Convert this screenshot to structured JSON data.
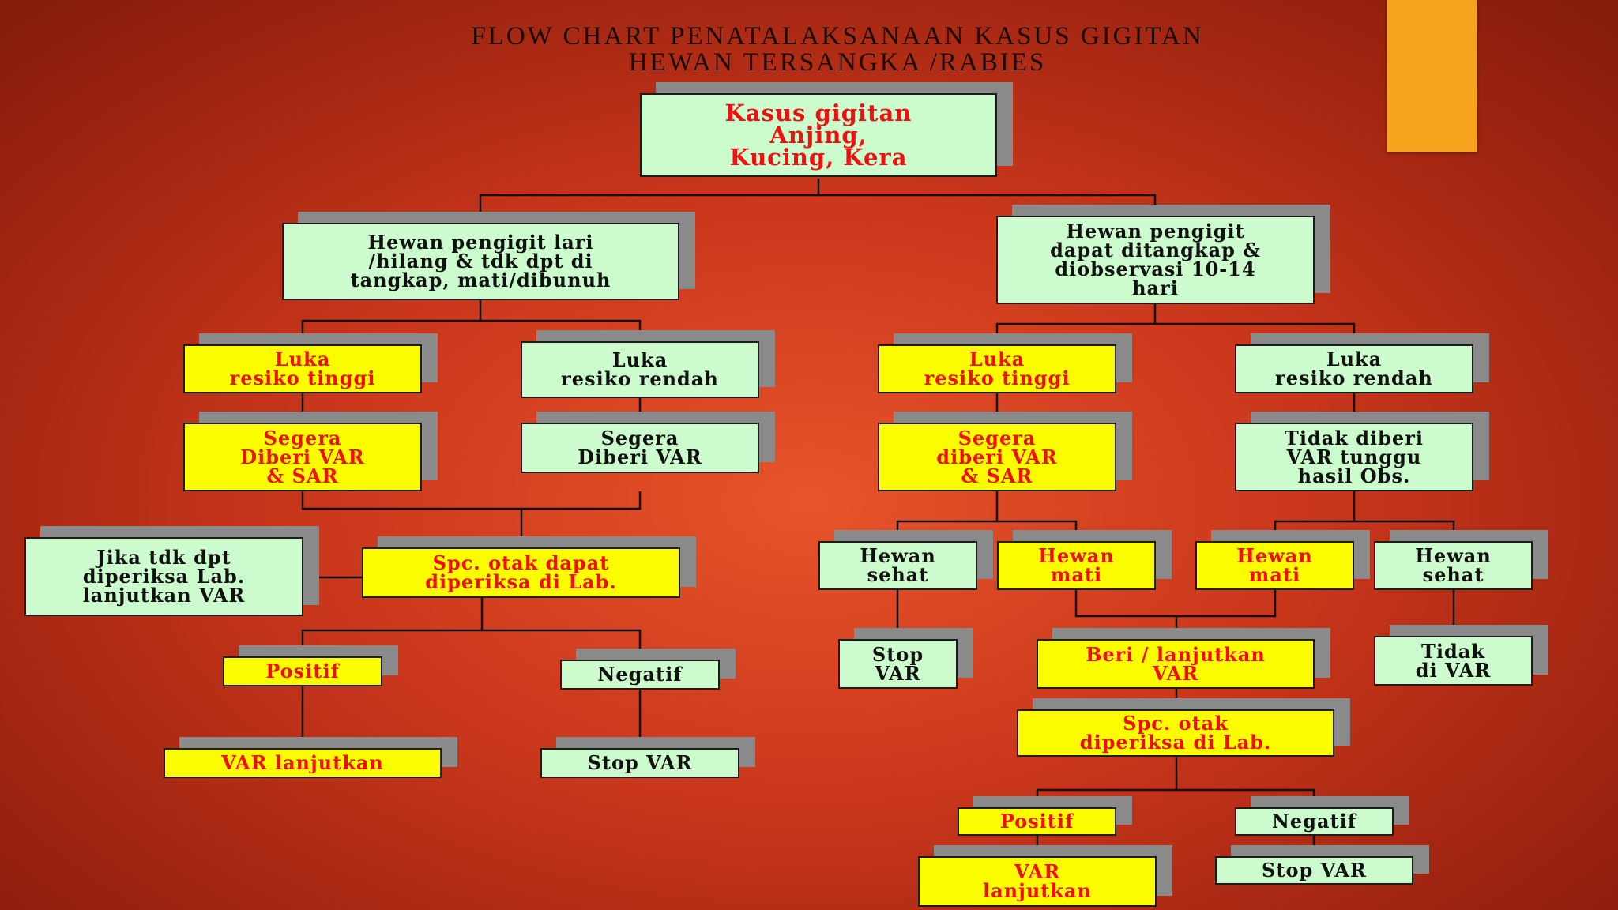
{
  "title": {
    "line1": "FLOW CHART PENATALAKSANAAN KASUS GIGITAN",
    "line2": "HEWAN TERSANGKA /RABIES"
  },
  "colors": {
    "background": "#d8401f",
    "box_green": "#ccfcce",
    "box_yellow": "#fcfc00",
    "text_red": "#ef0f0f",
    "accent_bar": "#f5a21c",
    "shadow": "#8a8a8a"
  },
  "nodes": {
    "root": [
      "Kasus gigitan",
      "Anjing,",
      "Kucing, Kera"
    ],
    "left_branch": [
      "Hewan pengigit lari",
      "/hilang & tdk dpt di",
      "tangkap, mati/dibunuh"
    ],
    "right_branch": [
      "Hewan pengigit",
      "dapat ditangkap &",
      "diobservasi 10-14",
      "hari"
    ],
    "l_high_risk": [
      "Luka",
      "resiko tinggi"
    ],
    "l_low_risk": [
      "Luka",
      "resiko rendah"
    ],
    "l_var_sar": [
      "Segera",
      "Diberi VAR",
      "& SAR"
    ],
    "l_var": [
      "Segera",
      "Diberi VAR"
    ],
    "l_lab": [
      "Spc. otak dapat",
      "diperiksa di Lab."
    ],
    "l_no_lab": [
      "Jika tdk dpt",
      "diperiksa Lab.",
      "lanjutkan VAR"
    ],
    "l_positive": [
      "Positif"
    ],
    "l_negative": [
      "Negatif"
    ],
    "l_var_continue": [
      "VAR lanjutkan"
    ],
    "l_stop_var": [
      "Stop VAR"
    ],
    "r_high_risk": [
      "Luka",
      "resiko tinggi"
    ],
    "r_low_risk": [
      "Luka",
      "resiko rendah"
    ],
    "r_var_sar": [
      "Segera",
      "diberi VAR",
      "& SAR"
    ],
    "r_no_var": [
      "Tidak diberi",
      "VAR tunggu",
      "hasil Obs."
    ],
    "r_healthy_1": [
      "Hewan",
      "sehat"
    ],
    "r_dead_1": [
      "Hewan",
      "mati"
    ],
    "r_dead_2": [
      "Hewan",
      "mati"
    ],
    "r_healthy_2": [
      "Hewan",
      "sehat"
    ],
    "r_stop_var": [
      "Stop",
      "VAR"
    ],
    "r_give_var": [
      "Beri / lanjutkan",
      "VAR"
    ],
    "r_no_var_final": [
      "Tidak",
      "di VAR"
    ],
    "r_lab": [
      "Spc. otak",
      "diperiksa di Lab."
    ],
    "r_positive": [
      "Positif"
    ],
    "r_negative": [
      "Negatif"
    ],
    "r_var_continue": [
      "VAR",
      "lanjutkan"
    ],
    "r_stop_var_final": [
      "Stop VAR"
    ]
  }
}
